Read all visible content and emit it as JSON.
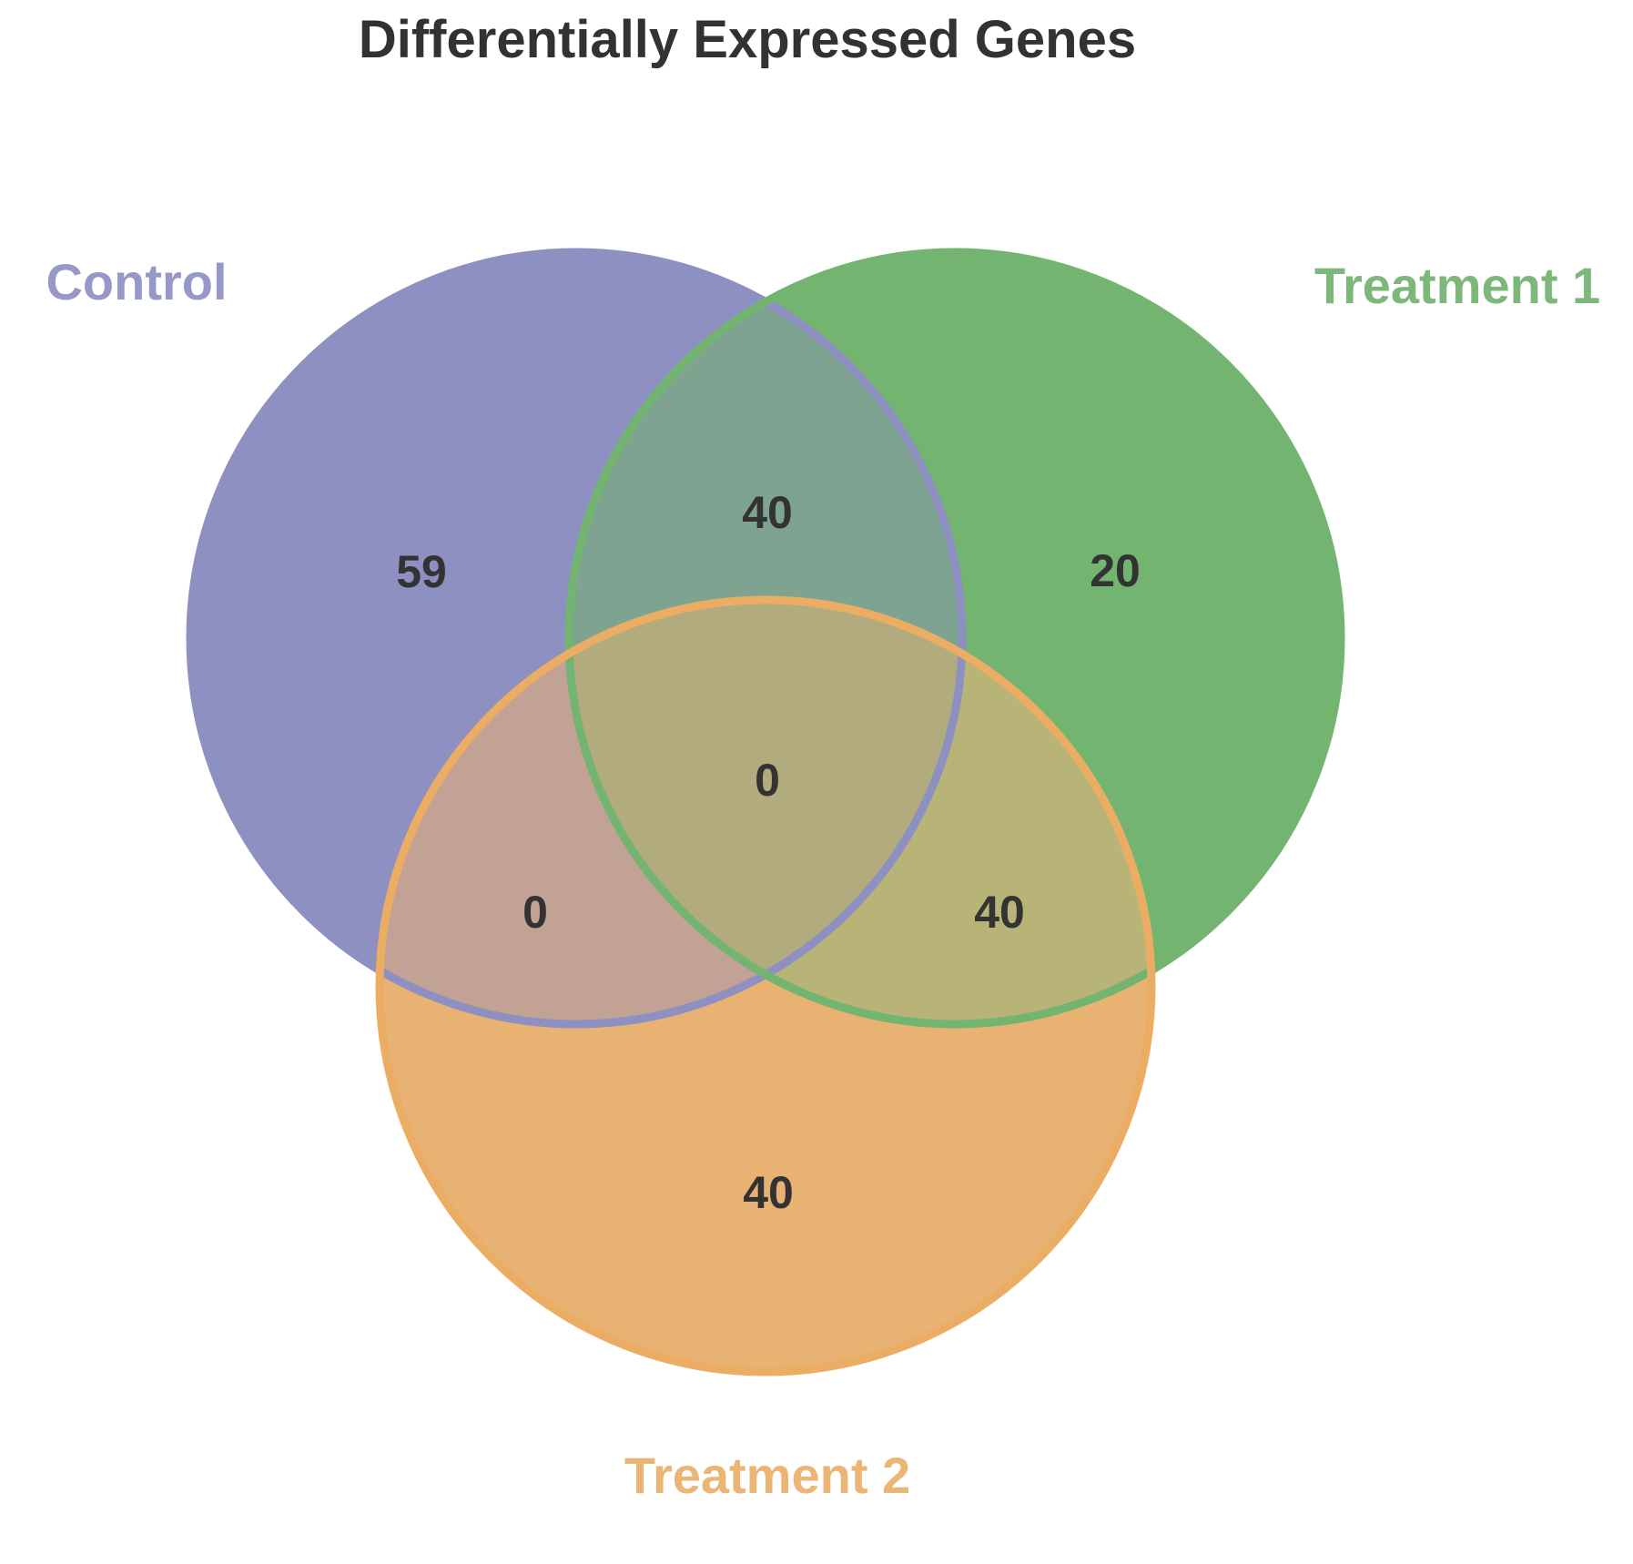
{
  "chart_data": {
    "type": "venn",
    "title": "Differentially Expressed Genes",
    "title_color": "#323232",
    "count_color": "#333333",
    "background_color": "#ffffff",
    "sets": [
      {
        "name": "Control",
        "label_color": "#9698C7",
        "fill": "#8D90C1",
        "edge": "#8D90C1"
      },
      {
        "name": "Treatment 1",
        "label_color": "#7EB77A",
        "fill": "#72B470",
        "edge": "#72B470"
      },
      {
        "name": "Treatment 2",
        "label_color": "#EBB576",
        "fill": "#E8B272",
        "edge": "#EBAD64"
      }
    ],
    "regions": [
      {
        "label": "Control only",
        "count": 59,
        "fill": "#8D90C1"
      },
      {
        "label": "Treatment 1 only",
        "count": 20,
        "fill": "#72B470"
      },
      {
        "label": "Treatment 2 only",
        "count": 40,
        "fill": "#E8B272"
      },
      {
        "label": "Control and Treatment 1",
        "count": 40,
        "fill": "#7EA491"
      },
      {
        "label": "Control and Treatment 2",
        "count": 0,
        "fill": "#C2A294"
      },
      {
        "label": "Treatment 1 and Treatment 2",
        "count": 40,
        "fill": "#B8B478"
      },
      {
        "label": "Control and Treatment 1 and Treatment 2",
        "count": 0,
        "fill": "#B2AB7D"
      }
    ]
  }
}
